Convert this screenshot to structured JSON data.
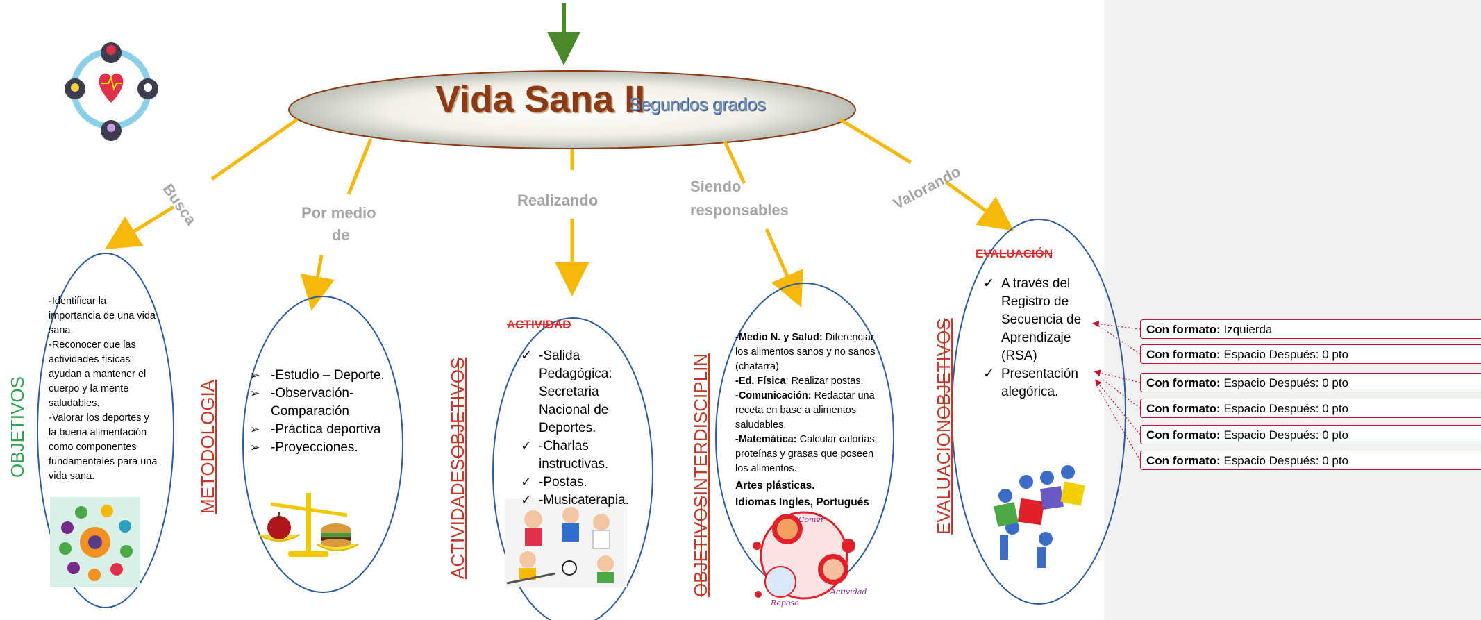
{
  "title": {
    "main": "Vida Sana II",
    "subtitle": "Segundos grados"
  },
  "links": {
    "busca": "Busca",
    "por_medio_de_line1": "Por medio",
    "por_medio_de_line2": "de",
    "realizando": "Realizando",
    "siendo_responsables_line1": "Siendo",
    "siendo_responsables_line2": "responsables",
    "valorando": "Valorando"
  },
  "vertical_labels": {
    "objetivos": "OBJETIVOS",
    "metodologia": "METODOLOGIA",
    "actividades": "ACTIVIDADES",
    "actividades_struck": "OBJETIVOS",
    "objetivos_interdisc_struck": "OBJETIVOS",
    "interdisciplin": "INTERDISCIPLIN",
    "evaluacion": "EVALUACION",
    "evaluacion_struck": "OBJETIVOS"
  },
  "objetivos_text": [
    "-Identificar la importancia de una vida sana.",
    "-Reconocer que las actividades físicas ayudan a mantener el cuerpo y la mente saludables.",
    "-Valorar los deportes y la buena alimentación como componentes fundamentales para una vida sana."
  ],
  "metodologia_items": [
    "-Estudio – Deporte.",
    "-Observación-Comparación",
    "-Práctica deportiva",
    "-Proyecciones."
  ],
  "actividad": {
    "heading": "ACTIVIDAD",
    "items": [
      "-Salida Pedagógica: Secretaria Nacional de Deportes.",
      "-Charlas instructivas.",
      "-Postas.",
      "-Musicaterapia."
    ]
  },
  "interdisciplinary": [
    {
      "subject": "-Medio N. y Salud:",
      "text": "Diferenciar los alimentos sanos y no sanos (chatarra)"
    },
    {
      "subject": "-Ed. Física",
      "text": ": Realizar postas."
    },
    {
      "subject": "-Comunicación:",
      "text": "Redactar una receta en base a alimentos saludables."
    },
    {
      "subject": "-Matemática:",
      "text": "Calcular calorías, proteínas y grasas que poseen los alimentos."
    },
    {
      "subject": "Artes plásticas.",
      "text": ""
    },
    {
      "subject": "Idiomas Ingles, Portugués",
      "text": ""
    }
  ],
  "evaluacion": {
    "heading": "EVALUACIÓN",
    "items": [
      "A través del Registro de Secuencia de Aprendizaje (RSA)",
      "Presentación alegórica."
    ]
  },
  "format_comments": [
    {
      "label": "Con formato:",
      "value": "Izquierda"
    },
    {
      "label": "Con formato:",
      "value": "Espacio Después:  0 pto"
    },
    {
      "label": "Con formato:",
      "value": "Espacio Después:  0 pto"
    },
    {
      "label": "Con formato:",
      "value": "Espacio Después:  0 pto"
    },
    {
      "label": "Con formato:",
      "value": "Espacio Después:  0 pto"
    },
    {
      "label": "Con formato:",
      "value": "Espacio Después:  0 pto"
    }
  ],
  "colors": {
    "connector": "#f5b80b",
    "top_arrow": "#4a8a2a",
    "ellipse_stroke": "#2e5c9a",
    "title_main": "#8b3a14",
    "comment_border": "#c8102e",
    "margin_bg": "#f1f1f1"
  }
}
